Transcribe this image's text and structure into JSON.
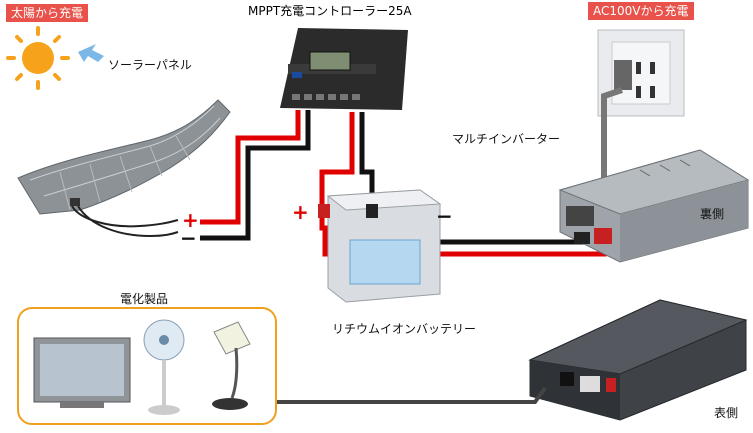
{
  "badges": {
    "solar": "太陽から充電",
    "ac": "AC100Vから充電"
  },
  "labels": {
    "controller": "MPPT充電コントローラー25A",
    "solar_panel": "ソーラーパネル",
    "inverter": "マルチインバーター",
    "back_side": "裏側",
    "front_side": "表側",
    "battery": "リチウムイオンバッテリー",
    "appliances": "電化製品"
  },
  "signs": {
    "panel_plus": "+",
    "panel_minus": "−",
    "battery_plus": "+",
    "battery_minus": "−"
  },
  "colors": {
    "badge": "#e8524a",
    "positive_wire": "#e00000",
    "negative_wire": "#111111",
    "appliance_frame": "#f0a020"
  }
}
